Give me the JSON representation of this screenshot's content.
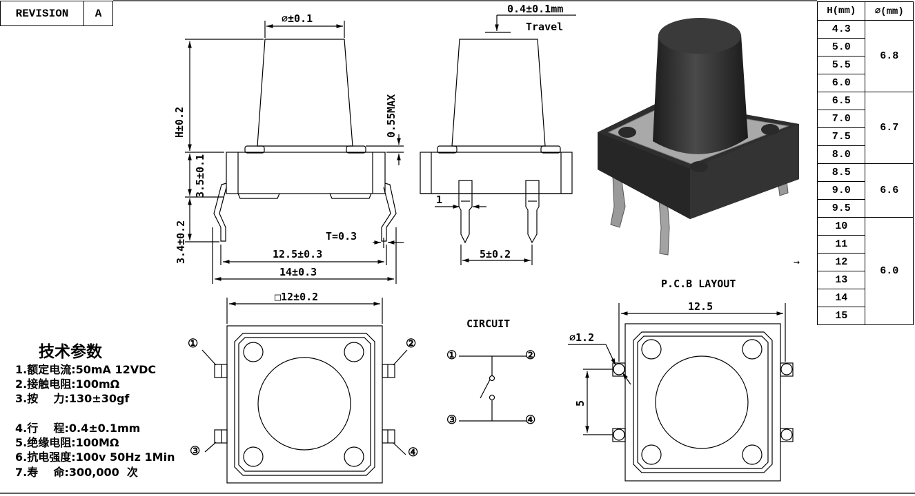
{
  "revision": {
    "label": "REVISION",
    "value": "A"
  },
  "dims": {
    "diameter_tol": "∅±0.1",
    "travel_tol": "0.4±0.1mm",
    "travel_label": "Travel",
    "height_tol": "H±0.2",
    "max_055": "0.55MAX",
    "body_h": "3.5±0.1",
    "lead_h": "3.4±0.2",
    "thickness": "T=0.3",
    "pitch_long": "12.5±0.3",
    "overall_len": "14±0.3",
    "pin_w": "1",
    "pin_pitch": "5±0.2",
    "square": "□12±0.2",
    "hole_dia": "∅1.2",
    "pcb_w": "12.5",
    "pcb_pitch": "5"
  },
  "labels": {
    "circuit": "CIRCUIT",
    "pcb_layout": "P.C.B LAYOUT",
    "pins": [
      "①",
      "②",
      "③",
      "④"
    ],
    "arrow": "→"
  },
  "specs": {
    "title": "技术参数",
    "items": [
      "1.额定电流:50mA 12VDC",
      "2.接触电阻:100mΩ",
      "3.按    力:130±30gf",
      "4.行    程:0.4±0.1mm",
      "5.绝缘电阻:100MΩ",
      "6.抗电强度:100v 50Hz 1Min",
      "7.寿    命:300,000  次"
    ]
  },
  "table": {
    "headers": [
      "H(mm)",
      "∅(mm)"
    ],
    "heights": [
      "4.3",
      "5.0",
      "5.5",
      "6.0",
      "6.5",
      "7.0",
      "7.5",
      "8.0",
      "8.5",
      "9.0",
      "9.5",
      "10",
      "11",
      "12",
      "13",
      "14",
      "15"
    ],
    "groups": [
      {
        "value": "6.8",
        "rows": 4
      },
      {
        "value": "6.7",
        "rows": 4
      },
      {
        "value": "6.6",
        "rows": 3
      },
      {
        "value": "6.0",
        "rows": 6
      }
    ]
  },
  "colors": {
    "line": "#000000",
    "body": "#2b2b2b",
    "plate": "#a9a9a9",
    "pin": "#9a9a9a"
  }
}
